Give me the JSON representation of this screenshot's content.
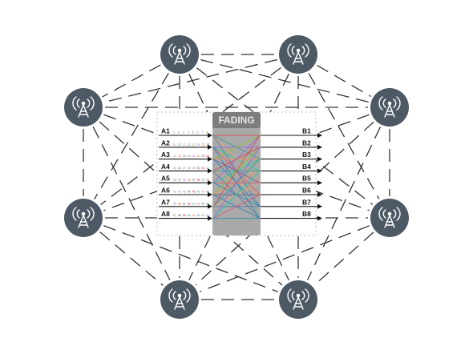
{
  "colors": {
    "node_fill": "#4d5964",
    "node_glyph": "#ffffff",
    "dash_line": "#333333",
    "arrow_line": "#111111",
    "label_text": "#111111",
    "fader_bg": "#a9a9a9",
    "fader_header": "#7d7d7d",
    "fader_title": "#e6e6e6",
    "frame_dash": "#bbbbbb"
  },
  "towers": [
    {
      "id": "top-left"
    },
    {
      "id": "top-right"
    },
    {
      "id": "upper-left"
    },
    {
      "id": "upper-right"
    },
    {
      "id": "lower-left"
    },
    {
      "id": "lower-right"
    },
    {
      "id": "bottom-left"
    },
    {
      "id": "bottom-right"
    }
  ],
  "fader": {
    "title": "FADING",
    "inputs": [
      {
        "label": "A1",
        "ports": [
          "1",
          "2",
          "3",
          "4",
          "5",
          "6",
          "7",
          "8"
        ]
      },
      {
        "label": "A2",
        "ports": [
          "9",
          "10",
          "11",
          "12",
          "13",
          "14",
          "15",
          "16"
        ]
      },
      {
        "label": "A3",
        "ports": [
          "17",
          "18",
          "19",
          "20",
          "21",
          "22",
          "23",
          "24"
        ]
      },
      {
        "label": "A4",
        "ports": [
          "25",
          "26",
          "27",
          "28",
          "29",
          "30",
          "31",
          "32"
        ]
      },
      {
        "label": "A5",
        "ports": [
          "33",
          "34",
          "35",
          "36",
          "37",
          "38",
          "39",
          "40"
        ]
      },
      {
        "label": "A6",
        "ports": [
          "41",
          "42",
          "43",
          "44",
          "45",
          "46",
          "47",
          "48"
        ]
      },
      {
        "label": "A7",
        "ports": [
          "49",
          "50",
          "51",
          "52",
          "53",
          "54",
          "55",
          "56"
        ]
      },
      {
        "label": "A8",
        "ports": [
          "57",
          "58",
          "59",
          "60",
          "61",
          "62",
          "63",
          "64"
        ]
      }
    ],
    "outputs": [
      "B1",
      "B2",
      "B3",
      "B4",
      "B5",
      "B6",
      "B7",
      "B8"
    ],
    "wire_colors": [
      "#e63946",
      "#2a9d8f",
      "#f4a261",
      "#457b9d",
      "#9b5de5",
      "#06d6a0",
      "#ef476f",
      "#118ab2",
      "#8ac926",
      "#ff924c",
      "#6a4c93",
      "#1982c4"
    ],
    "port_colors": [
      "#555555",
      "#c1121f",
      "#2a9d8f",
      "#e76f51",
      "#457b9d",
      "#6a994e",
      "#9b5de5",
      "#bc6c25"
    ]
  }
}
